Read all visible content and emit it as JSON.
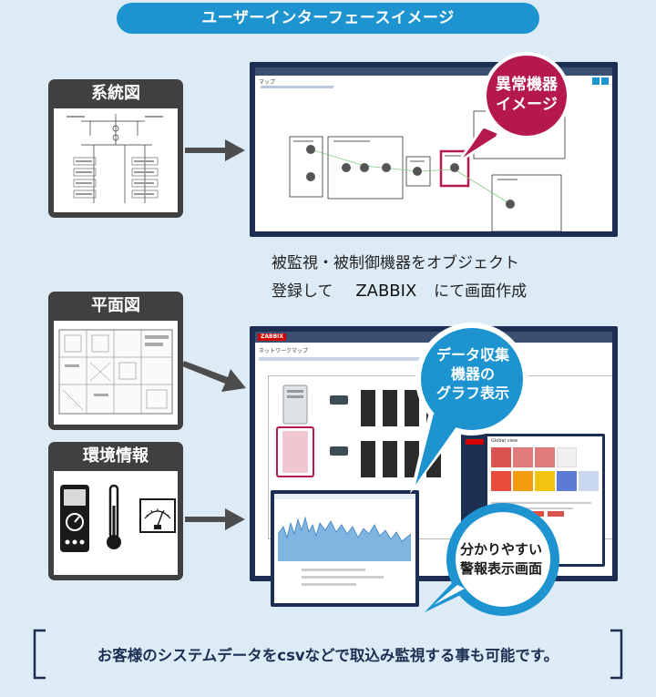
{
  "header": {
    "title": "ユーザーインターフェースイメージ"
  },
  "sources": [
    {
      "title": "系統図"
    },
    {
      "title": "平面図"
    },
    {
      "title": "環境情報"
    }
  ],
  "caption": {
    "line1": "被監視・被制御機器をオブジェクト",
    "line2_pre": "登録して",
    "line2_brand": "ZABBIX",
    "line2_post": "にて画面作成"
  },
  "callouts": {
    "anomaly": {
      "line1": "異常機器",
      "line2": "イメージ"
    },
    "graph": {
      "line1": "データ収集",
      "line2": "機器の",
      "line3": "グラフ表示"
    },
    "alert": {
      "line1": "分かりやすい",
      "line2": "警報表示画面"
    }
  },
  "footer": {
    "text": "お客様のシステムデータをcsvなどで取込み監視する事も可能です。"
  },
  "screens": {
    "map": {
      "title": "マップ"
    },
    "zabbix": {
      "logo": "ZABBIX",
      "title": "ネットワークマップ"
    },
    "status": {
      "title": "Global view"
    }
  },
  "colors": {
    "background": "#dcebf6",
    "header_blue": "#1d94d0",
    "frame_navy": "#1c2f52",
    "card_dark": "#404040",
    "anomaly_magenta": "#b5174f",
    "callout_blue": "#1d94d0",
    "zabbix_red": "#d40000"
  },
  "icons": {
    "arrow": "arrow-right-icon",
    "multimeter": "multimeter-icon",
    "thermometer": "thermometer-icon",
    "analog_meter": "analog-meter-icon",
    "server": "server-rack-icon"
  }
}
